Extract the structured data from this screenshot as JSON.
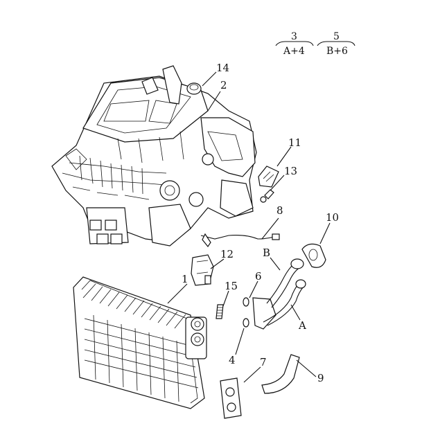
{
  "callouts": {
    "p1": "1",
    "p2": "2",
    "p3": "3",
    "p4": "4",
    "p5": "5",
    "p6": "6",
    "p7": "7",
    "p8": "8",
    "p9": "9",
    "p10": "10",
    "p11": "11",
    "p12": "12",
    "p13": "13",
    "p14": "14",
    "p15": "15",
    "pA": "A",
    "pB": "B"
  },
  "legend": {
    "group3_top": "3",
    "group3_bottom": "A+4",
    "group5_top": "5",
    "group5_bottom": "B+6"
  },
  "colors": {
    "line": "#111111",
    "background": "#ffffff"
  }
}
